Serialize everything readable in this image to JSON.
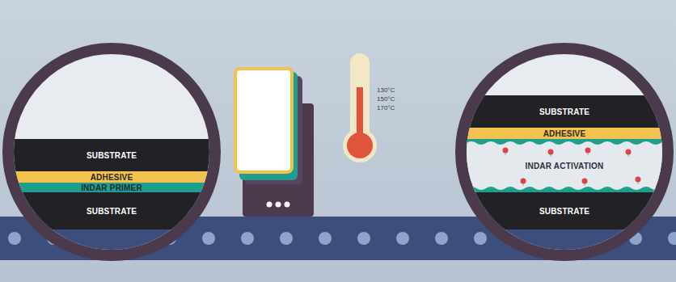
{
  "diagram": {
    "nodes": [
      {
        "text": [
          "SUBSTRATE"
        ]
      },
      {
        "text": [
          "ADHESIVE"
        ]
      },
      {
        "text": [
          "INDAR PRIMER"
        ]
      },
      {
        "text": [
          "SUBSTRATE"
        ]
      },
      {
        "text": [
          "SUBSTRATE"
        ]
      },
      {
        "text": [
          "ADHESIVE"
        ]
      },
      {
        "text": [
          "INDAR ACTIVATION"
        ]
      },
      {
        "text": [
          "SUBSTRATE"
        ]
      }
    ],
    "labels": [
      "130°C",
      "150°C",
      "170°C"
    ]
  }
}
